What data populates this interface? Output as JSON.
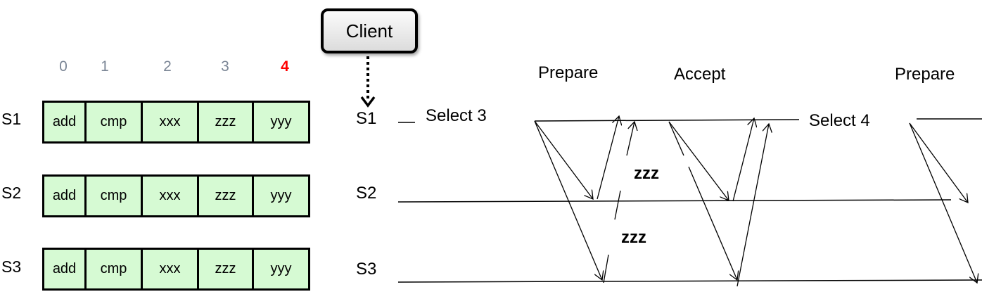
{
  "log_view": {
    "indices": [
      {
        "label": "0",
        "highlight": false
      },
      {
        "label": "1",
        "highlight": false
      },
      {
        "label": "2",
        "highlight": false
      },
      {
        "label": "3",
        "highlight": false
      },
      {
        "label": "4",
        "highlight": true
      }
    ],
    "servers": [
      {
        "name": "S1",
        "entries": [
          "add",
          "cmp",
          "xxx",
          "zzz",
          "yyy"
        ]
      },
      {
        "name": "S2",
        "entries": [
          "add",
          "cmp",
          "xxx",
          "zzz",
          "yyy"
        ]
      },
      {
        "name": "S3",
        "entries": [
          "add",
          "cmp",
          "xxx",
          "zzz",
          "yyy"
        ]
      }
    ],
    "cell_color": "#d6fad3",
    "highlight_color": "#ff0000"
  },
  "client": {
    "label": "Client"
  },
  "timeline": {
    "servers": [
      "S1",
      "S2",
      "S3"
    ],
    "phase_labels": [
      "Prepare",
      "Accept",
      "Prepare"
    ],
    "select_labels": [
      "Select 3",
      "Select 4"
    ],
    "sleep_labels": [
      "zzz",
      "zzz"
    ]
  }
}
